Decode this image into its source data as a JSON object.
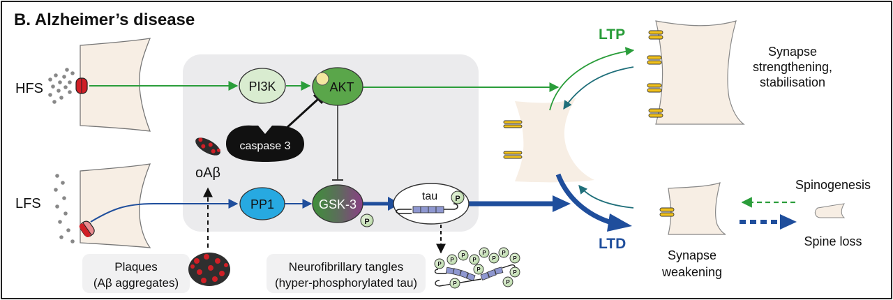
{
  "title": "B. Alzheimer’s disease",
  "inputs": {
    "hfs": "HFS",
    "lfs": "LFS"
  },
  "nodes": {
    "pi3k": "PI3K",
    "akt": "AKT",
    "caspase3": "caspase 3",
    "pp1": "PP1",
    "gsk3": "GSK-3",
    "tau": "tau",
    "oabeta": "oAβ",
    "phospho": "P"
  },
  "labels": {
    "ltp": "LTP",
    "ltd": "LTD",
    "strengthening": [
      "Synapse",
      "strengthening,",
      "stabilisation"
    ],
    "weakening": [
      "Synapse",
      "weakening"
    ],
    "spinogenesis": "Spinogenesis",
    "spine_loss": "Spine loss"
  },
  "captions": {
    "plaques": [
      "Plaques",
      "(Aβ aggregates)"
    ],
    "tangles": [
      "Neurofibrillary tangles",
      "(hyper-phosphorylated tau)"
    ]
  },
  "colors": {
    "green": "#2a9d3a",
    "blue": "#1f4e9c",
    "panel": "#ebebed",
    "spine": "#f7eee4",
    "receptor_yellow": "#f2c21b",
    "receptor_red": "#d01f26",
    "pi3k_fill": "#d9ecd0",
    "akt_fill": "#5aa64a",
    "pp1_fill": "#27a9e1"
  }
}
